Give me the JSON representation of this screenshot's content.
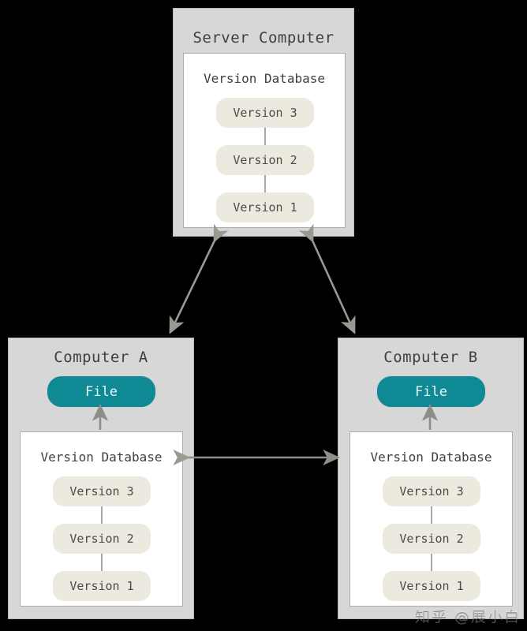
{
  "diagram": {
    "background_color": "#000000",
    "panel_color": "#d7d7d7",
    "db_box_color": "#ffffff",
    "pill_color": "#eceadf",
    "file_pill_color": "#0f8a94",
    "arrow_color": "#9a9a93"
  },
  "server": {
    "title": "Server Computer",
    "database": {
      "title": "Version Database",
      "versions": [
        {
          "label": "Version 3"
        },
        {
          "label": "Version 2"
        },
        {
          "label": "Version 1"
        }
      ]
    }
  },
  "computer_a": {
    "title": "Computer A",
    "file": {
      "label": "File"
    },
    "database": {
      "title": "Version Database",
      "versions": [
        {
          "label": "Version 3"
        },
        {
          "label": "Version 2"
        },
        {
          "label": "Version 1"
        }
      ]
    }
  },
  "computer_b": {
    "title": "Computer B",
    "file": {
      "label": "File"
    },
    "database": {
      "title": "Version Database",
      "versions": [
        {
          "label": "Version 3"
        },
        {
          "label": "Version 2"
        },
        {
          "label": "Version 1"
        }
      ]
    }
  },
  "connections": [
    {
      "name": "server-to-computer-a",
      "type": "double-headed-arrow"
    },
    {
      "name": "server-to-computer-b",
      "type": "double-headed-arrow"
    },
    {
      "name": "computer-a-to-computer-b",
      "type": "double-headed-arrow"
    },
    {
      "name": "db-to-file-a",
      "type": "single-headed-arrow"
    },
    {
      "name": "db-to-file-b",
      "type": "single-headed-arrow"
    }
  ],
  "watermark": {
    "text": "知乎 @展小白"
  }
}
